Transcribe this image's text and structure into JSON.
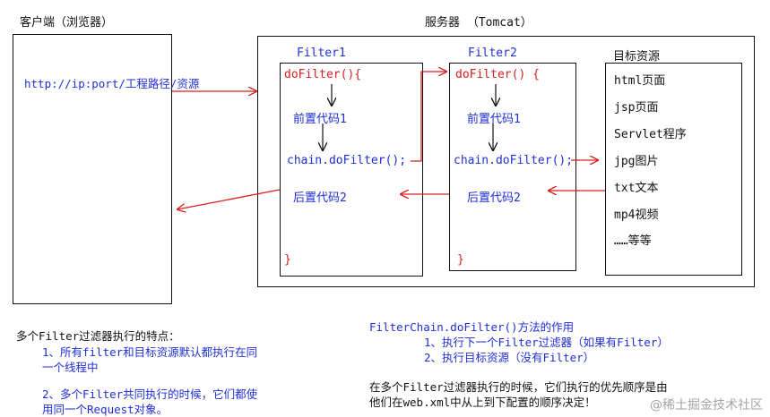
{
  "client": {
    "title": "客户端（浏览器）",
    "url": "http://ip:port/工程路径/资源"
  },
  "server": {
    "title": "服务器  （Tomcat）"
  },
  "filter1": {
    "name": "Filter1",
    "do_filter": "doFilter(){",
    "pre_code": "前置代码1",
    "chain_call": "chain.doFilter();",
    "post_code": "后置代码2",
    "close_brace": "}"
  },
  "filter2": {
    "name": "Filter2",
    "do_filter": "doFilter() {",
    "pre_code": "前置代码1",
    "chain_call": "chain.doFilter();",
    "post_code": "后置代码2",
    "close_brace": "}"
  },
  "target": {
    "title": "目标资源",
    "items": [
      "html页面",
      "jsp页面",
      "Servlet程序",
      "jpg图片",
      "txt文本",
      "mp4视频",
      "……等等"
    ]
  },
  "notes": {
    "features_title": "多个Filter过滤器执行的特点：",
    "features_1a": "1、所有filter和目标资源默认都执行在同",
    "features_1b": "一个线程中",
    "features_2a": "2、多个Filter共同执行的时候，它们都使",
    "features_2b": "用同一个Request对象。",
    "chain_title": "FilterChain.doFilter()方法的作用",
    "chain_1": "1、执行下一个Filter过滤器（如果有Filter）",
    "chain_2": "2、执行目标资源（没有Filter）",
    "order_1": "在多个Filter过滤器执行的时候，它们执行的优先顺序是由",
    "order_2": "他们在web.xml中从上到下配置的顺序决定！"
  },
  "watermark": "@稀土掘金技术社区",
  "colors": {
    "red": "#d61f1f",
    "blue": "#1f2fd6",
    "black": "#111111"
  }
}
